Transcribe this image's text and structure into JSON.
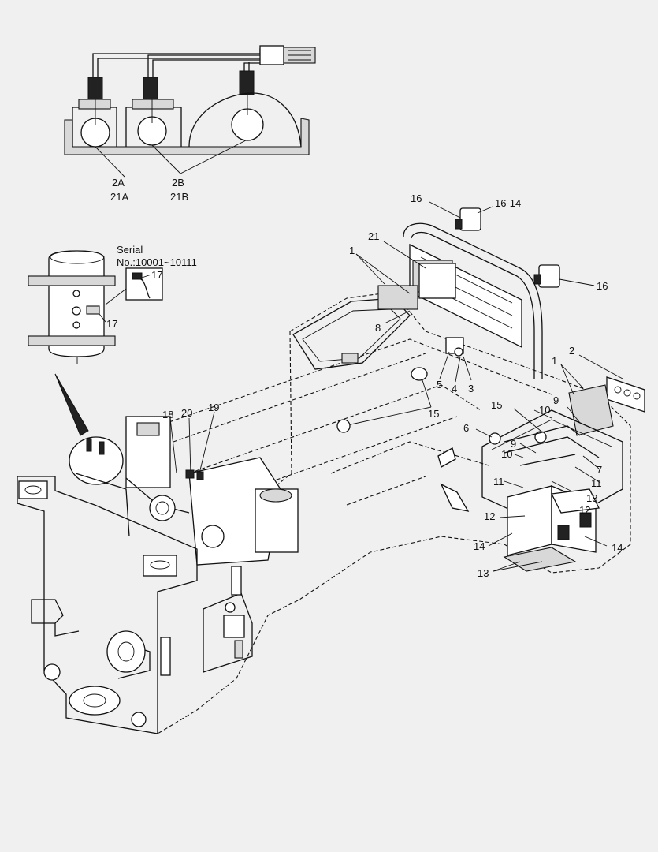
{
  "serial_note": {
    "line1": "Serial",
    "line2": "No.:10001~10111"
  },
  "callouts": {
    "c_2A": "2A",
    "c_21A": "21A",
    "c_2B": "2B",
    "c_21B": "21B",
    "c_16_top": "16",
    "c_16_14": "16-14",
    "c_16_right": "16",
    "c_21": "21",
    "c_1_left": "1",
    "c_8": "8",
    "c_17_detail": "17",
    "c_17_tank": "17",
    "c_2": "2",
    "c_1_right": "1",
    "c_5": "5",
    "c_4": "4",
    "c_3": "3",
    "c_9_top": "9",
    "c_15_right": "15",
    "c_10_top": "10",
    "c_18": "18",
    "c_20": "20",
    "c_19": "19",
    "c_15_mid": "15",
    "c_6": "6",
    "c_9_mid": "9",
    "c_10_mid": "10",
    "c_7": "7",
    "c_11_right": "11",
    "c_11_left": "11",
    "c_13_right": "13",
    "c_12_right": "12",
    "c_12_left": "12",
    "c_14_left": "14",
    "c_14_right": "14",
    "c_13_bottom": "13"
  }
}
